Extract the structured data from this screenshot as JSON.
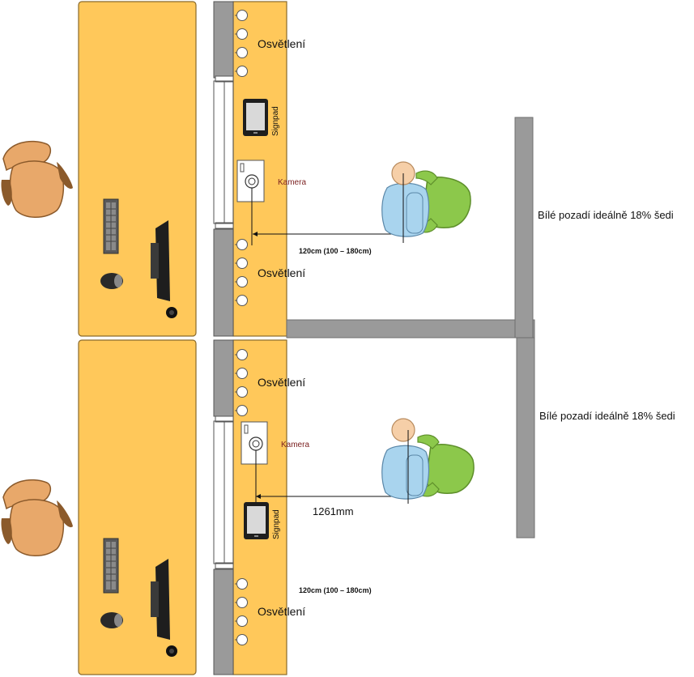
{
  "labels": {
    "lighting": "Osvětlení",
    "camera": "Kamera",
    "signpad": "Signpad",
    "background": "Bílé pozadí ideálně 18% šedi",
    "distance_range": "120cm (100 – 180cm)",
    "distance_measured": "1261mm"
  },
  "colors": {
    "desk": "#FFC85A",
    "desk_stroke": "#8A6A2A",
    "wall": "#9A9A9A",
    "wall_dark": "#6F6F6F",
    "person_shirt": "#A9D4EE",
    "person_head": "#F6CFA8",
    "chair_green": "#8CC84B",
    "chair_green_dark": "#5E8F2B",
    "chair_brown": "#E8A86A",
    "chair_brown_dark": "#8B5A2B",
    "camera_label": "#7A1F1F"
  },
  "icons": {
    "light": "light-bulb-icon",
    "camera": "camera-icon",
    "signpad": "tablet-icon",
    "mouse": "mouse-icon",
    "keyboard": "keyboard-icon",
    "monitor": "monitor-icon"
  }
}
